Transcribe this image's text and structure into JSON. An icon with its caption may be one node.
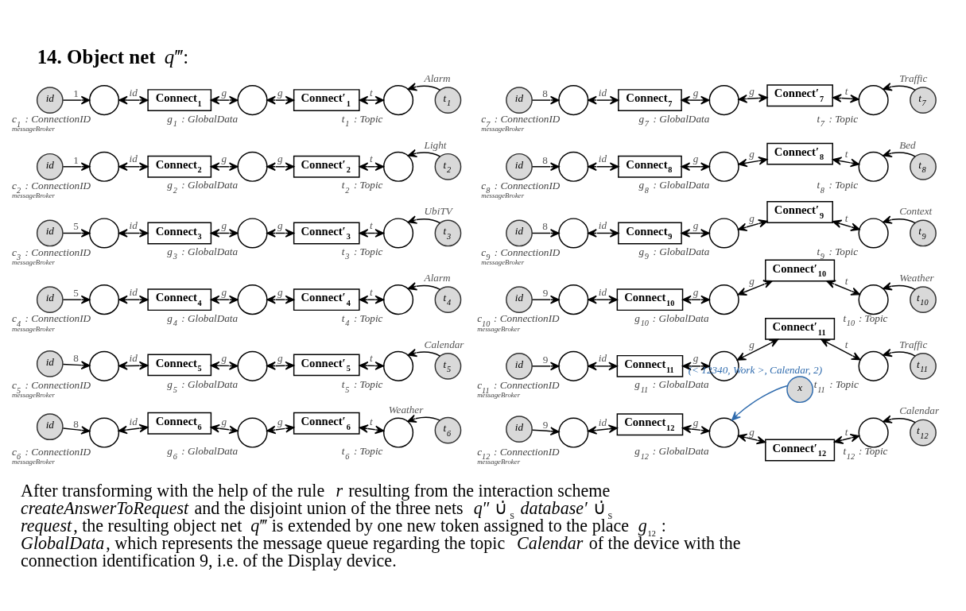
{
  "diagram": {
    "title": "**14. Object net** *q*‴:",
    "caption": "After transforming with the help of the rule *r* resulting from the interaction scheme *createAnswerToRequest* and the disjoint union of the three nets *q*″ ∪̇$_{S}$ *database*′ ∪̇$_{S}$ *request*, the resulting object net *q*‴ is extended by one new token assigned to the place *g*$_{12}$ : *GlobalData*, which represents the message queue regarding the topic *Calendar* of the device with the connection identification 9, i.e. of the Display device.",
    "nodes": [
      {
        "text": [
          "id"
        ]
      },
      {
        "text": [],
        "shape": "circle",
        "beside": [
          "c$_{1}$ : ConnectionID",
          "messageBroker"
        ]
      },
      {
        "text": [
          "Connect$_{1}$"
        ]
      },
      {
        "text": [],
        "shape": "circle",
        "beside": [
          "g$_{1}$ : GlobalData"
        ]
      },
      {
        "text": [
          "Connect′$_{1}$"
        ]
      },
      {
        "text": [],
        "shape": "circle",
        "beside": [
          "t$_{1}$ : Topic"
        ]
      },
      {
        "text": [
          "t$_{1}$"
        ]
      },
      {
        "text": [
          "id"
        ]
      },
      {
        "text": [],
        "shape": "circle",
        "beside": [
          "c$_{2}$ : ConnectionID",
          "messageBroker"
        ]
      },
      {
        "text": [
          "Connect$_{2}$"
        ]
      },
      {
        "text": [],
        "shape": "circle",
        "beside": [
          "g$_{2}$ : GlobalData"
        ]
      },
      {
        "text": [
          "Connect′$_{2}$"
        ]
      },
      {
        "text": [],
        "shape": "circle",
        "beside": [
          "t$_{2}$ : Topic"
        ]
      },
      {
        "text": [
          "t$_{2}$"
        ]
      },
      {
        "text": [
          "id"
        ]
      },
      {
        "text": [],
        "shape": "circle",
        "beside": [
          "c$_{3}$ : ConnectionID",
          "messageBroker"
        ]
      },
      {
        "text": [
          "Connect$_{3}$"
        ]
      },
      {
        "text": [],
        "shape": "circle",
        "beside": [
          "g$_{3}$ : GlobalData"
        ]
      },
      {
        "text": [
          "Connect′$_{3}$"
        ]
      },
      {
        "text": [],
        "shape": "circle",
        "beside": [
          "t$_{3}$ : Topic"
        ]
      },
      {
        "text": [
          "t$_{3}$"
        ]
      },
      {
        "text": [
          "id"
        ]
      },
      {
        "text": [],
        "shape": "circle",
        "beside": [
          "c$_{4}$ : ConnectionID",
          "messageBroker"
        ]
      },
      {
        "text": [
          "Connect$_{4}$"
        ]
      },
      {
        "text": [],
        "shape": "circle",
        "beside": [
          "g$_{4}$ : GlobalData"
        ]
      },
      {
        "text": [
          "Connect′$_{4}$"
        ]
      },
      {
        "text": [],
        "shape": "circle",
        "beside": [
          "t$_{4}$ : Topic"
        ]
      },
      {
        "text": [
          "t$_{4}$"
        ]
      },
      {
        "text": [
          "id"
        ]
      },
      {
        "text": [],
        "shape": "circle",
        "beside": [
          "c$_{5}$ : ConnectionID",
          "messageBroker"
        ]
      },
      {
        "text": [
          "Connect$_{5}$"
        ]
      },
      {
        "text": [],
        "shape": "circle",
        "beside": [
          "g$_{5}$ : GlobalData"
        ]
      },
      {
        "text": [
          "Connect′$_{5}$"
        ]
      },
      {
        "text": [],
        "shape": "circle",
        "beside": [
          "t$_{5}$ : Topic"
        ]
      },
      {
        "text": [
          "t$_{5}$"
        ]
      },
      {
        "text": [
          "id"
        ]
      },
      {
        "text": [],
        "shape": "circle",
        "beside": [
          "c$_{6}$ : ConnectionID",
          "messageBroker"
        ]
      },
      {
        "text": [
          "Connect$_{6}$"
        ]
      },
      {
        "text": [],
        "shape": "circle",
        "beside": [
          "g$_{6}$ : GlobalData"
        ]
      },
      {
        "text": [
          "Connect′$_{6}$"
        ]
      },
      {
        "text": [],
        "shape": "circle",
        "beside": [
          "t$_{6}$ : Topic"
        ]
      },
      {
        "text": [
          "t$_{6}$"
        ]
      },
      {
        "text": [
          "id"
        ]
      },
      {
        "text": [],
        "shape": "circle",
        "beside": [
          "c$_{7}$ : ConnectionID",
          "messageBroker"
        ]
      },
      {
        "text": [
          "Connect$_{7}$"
        ]
      },
      {
        "text": [],
        "shape": "circle",
        "beside": [
          "g$_{7}$ : GlobalData"
        ]
      },
      {
        "text": [
          "Connect′$_{7}$"
        ]
      },
      {
        "text": [],
        "shape": "circle",
        "beside": [
          "t$_{7}$ : Topic"
        ]
      },
      {
        "text": [
          "t$_{7}$"
        ]
      },
      {
        "text": [
          "id"
        ]
      },
      {
        "text": [],
        "shape": "circle",
        "beside": [
          "c$_{8}$ : ConnectionID",
          "messageBroker"
        ]
      },
      {
        "text": [
          "Connect$_{8}$"
        ]
      },
      {
        "text": [],
        "shape": "circle",
        "beside": [
          "g$_{8}$ : GlobalData"
        ]
      },
      {
        "text": [
          "Connect′$_{8}$"
        ]
      },
      {
        "text": [],
        "shape": "circle",
        "beside": [
          "t$_{8}$ : Topic"
        ]
      },
      {
        "text": [
          "t$_{8}$"
        ]
      },
      {
        "text": [
          "id"
        ]
      },
      {
        "text": [],
        "shape": "circle",
        "beside": [
          "c$_{9}$ : ConnectionID",
          "messageBroker"
        ]
      },
      {
        "text": [
          "Connect$_{9}$"
        ]
      },
      {
        "text": [],
        "shape": "circle",
        "beside": [
          "g$_{9}$ : GlobalData"
        ]
      },
      {
        "text": [
          "Connect′$_{9}$"
        ]
      },
      {
        "text": [],
        "shape": "circle",
        "beside": [
          "t$_{9}$ : Topic"
        ]
      },
      {
        "text": [
          "t$_{9}$"
        ]
      },
      {
        "text": [
          "id"
        ]
      },
      {
        "text": [],
        "shape": "circle",
        "beside": [
          "c$_{10}$ : ConnectionID",
          "messageBroker"
        ]
      },
      {
        "text": [
          "Connect$_{10}$"
        ]
      },
      {
        "text": [],
        "shape": "circle",
        "beside": [
          "g$_{10}$ : GlobalData"
        ]
      },
      {
        "text": [
          "Connect′$_{10}$"
        ]
      },
      {
        "text": [],
        "shape": "circle",
        "beside": [
          "t$_{10}$ : Topic"
        ]
      },
      {
        "text": [
          "t$_{10}$"
        ]
      },
      {
        "text": [
          "id"
        ]
      },
      {
        "text": [],
        "shape": "circle",
        "beside": [
          "c$_{11}$ : ConnectionID",
          "messageBroker"
        ]
      },
      {
        "text": [
          "Connect$_{11}$"
        ]
      },
      {
        "text": [],
        "shape": "circle",
        "beside": [
          "g$_{11}$ : GlobalData"
        ]
      },
      {
        "text": [
          "Connect′$_{11}$"
        ]
      },
      {
        "text": [],
        "shape": "circle",
        "beside": [
          "t$_{11}$ : Topic"
        ]
      },
      {
        "text": [
          "t$_{11}$"
        ]
      },
      {
        "text": [
          "id"
        ]
      },
      {
        "text": [],
        "shape": "circle",
        "beside": [
          "c$_{12}$ : ConnectionID",
          "messageBroker"
        ]
      },
      {
        "text": [
          "Connect$_{12}$"
        ]
      },
      {
        "text": [],
        "shape": "circle",
        "beside": [
          "g$_{12}$ : GlobalData"
        ]
      },
      {
        "text": [
          "Connect′$_{12}$"
        ]
      },
      {
        "text": [],
        "shape": "circle",
        "beside": [
          "t$_{12}$ : Topic"
        ]
      },
      {
        "text": [
          "t$_{12}$"
        ]
      },
      {
        "text": [
          "x"
        ]
      }
    ],
    "edges": [
      {
        "from": 0,
        "to": 1,
        "arrow": "to",
        "label": "1"
      },
      {
        "from": 1,
        "to": 2,
        "arrow": "both",
        "label": "id"
      },
      {
        "from": 2,
        "to": 3,
        "arrow": "both",
        "label": "g"
      },
      {
        "from": 3,
        "to": 4,
        "arrow": "both",
        "label": "g"
      },
      {
        "from": 4,
        "to": 5,
        "arrow": "both",
        "label": "t"
      },
      {
        "from": 6,
        "to": 5,
        "arrow": "to",
        "label": "Alarm"
      },
      {
        "from": 7,
        "to": 8,
        "arrow": "to",
        "label": "1"
      },
      {
        "from": 8,
        "to": 9,
        "arrow": "both",
        "label": "id"
      },
      {
        "from": 9,
        "to": 10,
        "arrow": "both",
        "label": "g"
      },
      {
        "from": 10,
        "to": 11,
        "arrow": "both",
        "label": "g"
      },
      {
        "from": 11,
        "to": 12,
        "arrow": "both",
        "label": "t"
      },
      {
        "from": 13,
        "to": 12,
        "arrow": "to",
        "label": "Light"
      },
      {
        "from": 14,
        "to": 15,
        "arrow": "to",
        "label": "5"
      },
      {
        "from": 15,
        "to": 16,
        "arrow": "both",
        "label": "id"
      },
      {
        "from": 16,
        "to": 17,
        "arrow": "both",
        "label": "g"
      },
      {
        "from": 17,
        "to": 18,
        "arrow": "both",
        "label": "g"
      },
      {
        "from": 18,
        "to": 19,
        "arrow": "both",
        "label": "t"
      },
      {
        "from": 20,
        "to": 19,
        "arrow": "to",
        "label": "UbiTV"
      },
      {
        "from": 21,
        "to": 22,
        "arrow": "to",
        "label": "5"
      },
      {
        "from": 22,
        "to": 23,
        "arrow": "both",
        "label": "id"
      },
      {
        "from": 23,
        "to": 24,
        "arrow": "both",
        "label": "g"
      },
      {
        "from": 24,
        "to": 25,
        "arrow": "both",
        "label": "g"
      },
      {
        "from": 25,
        "to": 26,
        "arrow": "both",
        "label": "t"
      },
      {
        "from": 27,
        "to": 26,
        "arrow": "to",
        "label": "Alarm"
      },
      {
        "from": 28,
        "to": 29,
        "arrow": "to",
        "label": "8"
      },
      {
        "from": 29,
        "to": 30,
        "arrow": "both",
        "label": "id"
      },
      {
        "from": 30,
        "to": 31,
        "arrow": "both",
        "label": "g"
      },
      {
        "from": 31,
        "to": 32,
        "arrow": "both",
        "label": "g"
      },
      {
        "from": 32,
        "to": 33,
        "arrow": "both",
        "label": "t"
      },
      {
        "from": 34,
        "to": 33,
        "arrow": "to",
        "label": "Calendar"
      },
      {
        "from": 35,
        "to": 36,
        "arrow": "to",
        "label": "8"
      },
      {
        "from": 36,
        "to": 37,
        "arrow": "both",
        "label": "id"
      },
      {
        "from": 37,
        "to": 38,
        "arrow": "both",
        "label": "g"
      },
      {
        "from": 38,
        "to": 39,
        "arrow": "both",
        "label": "g"
      },
      {
        "from": 39,
        "to": 40,
        "arrow": "both",
        "label": "t"
      },
      {
        "from": 41,
        "to": 40,
        "arrow": "to",
        "label": "Weather"
      },
      {
        "from": 42,
        "to": 43,
        "arrow": "to",
        "label": "8"
      },
      {
        "from": 43,
        "to": 44,
        "arrow": "both",
        "label": "id"
      },
      {
        "from": 44,
        "to": 45,
        "arrow": "both",
        "label": "g"
      },
      {
        "from": 45,
        "to": 46,
        "arrow": "both",
        "label": "g"
      },
      {
        "from": 46,
        "to": 47,
        "arrow": "both",
        "label": "t"
      },
      {
        "from": 48,
        "to": 47,
        "arrow": "to",
        "label": "Traffic"
      },
      {
        "from": 49,
        "to": 50,
        "arrow": "to",
        "label": "8"
      },
      {
        "from": 50,
        "to": 51,
        "arrow": "both",
        "label": "id"
      },
      {
        "from": 51,
        "to": 52,
        "arrow": "both",
        "label": "g"
      },
      {
        "from": 52,
        "to": 53,
        "arrow": "both",
        "label": "g"
      },
      {
        "from": 53,
        "to": 54,
        "arrow": "both",
        "label": "t"
      },
      {
        "from": 55,
        "to": 54,
        "arrow": "to",
        "label": "Bed"
      },
      {
        "from": 56,
        "to": 57,
        "arrow": "to",
        "label": "8"
      },
      {
        "from": 57,
        "to": 58,
        "arrow": "both",
        "label": "id"
      },
      {
        "from": 58,
        "to": 59,
        "arrow": "both",
        "label": "g"
      },
      {
        "from": 59,
        "to": 60,
        "arrow": "both",
        "label": "g"
      },
      {
        "from": 60,
        "to": 61,
        "arrow": "both",
        "label": "t"
      },
      {
        "from": 62,
        "to": 61,
        "arrow": "to",
        "label": "Context"
      },
      {
        "from": 63,
        "to": 64,
        "arrow": "to",
        "label": "9"
      },
      {
        "from": 64,
        "to": 65,
        "arrow": "both",
        "label": "id"
      },
      {
        "from": 65,
        "to": 66,
        "arrow": "both",
        "label": "g"
      },
      {
        "from": 66,
        "to": 67,
        "arrow": "both",
        "label": "g"
      },
      {
        "from": 67,
        "to": 68,
        "arrow": "both",
        "label": "t"
      },
      {
        "from": 69,
        "to": 68,
        "arrow": "to",
        "label": "Weather"
      },
      {
        "from": 70,
        "to": 71,
        "arrow": "to",
        "label": "9"
      },
      {
        "from": 71,
        "to": 72,
        "arrow": "both",
        "label": "id"
      },
      {
        "from": 72,
        "to": 73,
        "arrow": "both",
        "label": "g"
      },
      {
        "from": 73,
        "to": 74,
        "arrow": "both",
        "label": "g"
      },
      {
        "from": 74,
        "to": 75,
        "arrow": "both",
        "label": "t"
      },
      {
        "from": 76,
        "to": 75,
        "arrow": "to",
        "label": "Traffic"
      },
      {
        "from": 77,
        "to": 78,
        "arrow": "to",
        "label": "9"
      },
      {
        "from": 78,
        "to": 79,
        "arrow": "both",
        "label": "id"
      },
      {
        "from": 79,
        "to": 80,
        "arrow": "both",
        "label": "g"
      },
      {
        "from": 80,
        "to": 81,
        "arrow": "both",
        "label": "g"
      },
      {
        "from": 81,
        "to": 82,
        "arrow": "both",
        "label": "t"
      },
      {
        "from": 83,
        "to": 82,
        "arrow": "to",
        "label": "Calendar"
      },
      {
        "from": 84,
        "to": 80,
        "arrow": "to",
        "label": "(< 12340, Work >, Calendar, 2)",
        "color": "#2f6bad"
      }
    ]
  }
}
